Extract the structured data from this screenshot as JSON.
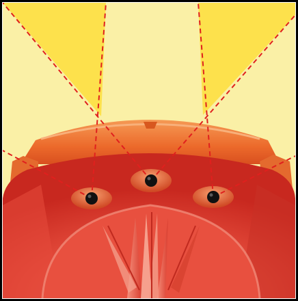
{
  "colors": {
    "border": "#000000",
    "background": "#ffffff",
    "light_zone": "#faf0a6",
    "overlap_zone": "#fde14c",
    "guide_line": "#e0201e",
    "housing_red": "#e23b2f",
    "housing_dark": "#b3211c",
    "housing_light": "#f58a63",
    "band_orange": "#ec6a2b",
    "band_light": "#f79a56",
    "sensor_dark": "#111111"
  },
  "sensors": {
    "count": 3,
    "names": [
      "left-sensor",
      "center-sensor",
      "right-sensor"
    ]
  },
  "coverage": {
    "cone_count": 3,
    "overlap_regions": 2
  },
  "icons": {
    "sensor": "sensor-dot-icon",
    "cone": "detection-cone",
    "line": "dashed-guide-line"
  }
}
